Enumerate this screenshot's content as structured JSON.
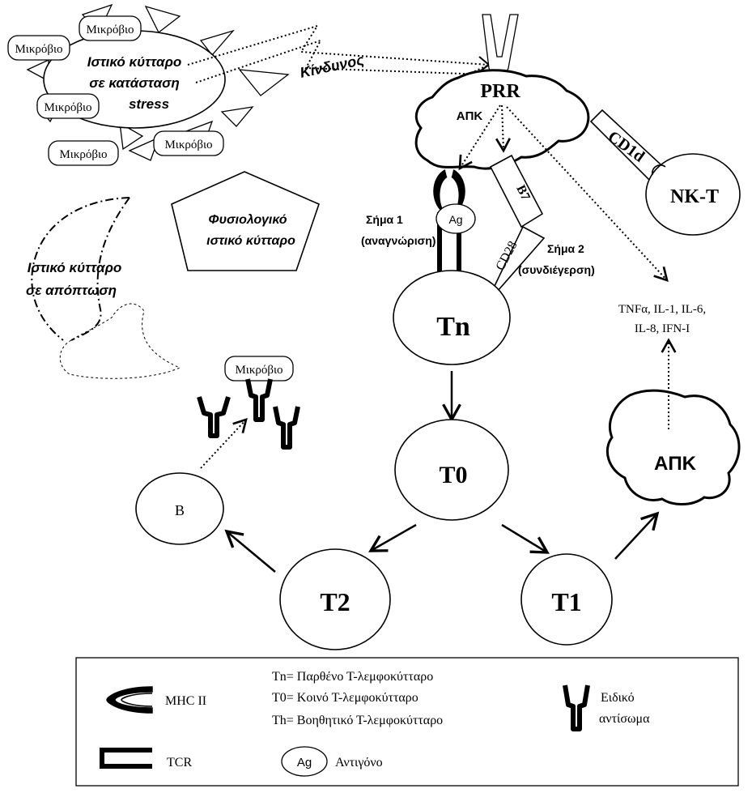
{
  "diagram": {
    "stressed_cell": {
      "label_line1": "Ιστικό κύτταρο",
      "label_line2": "σε κατάσταση",
      "label_line3": "stress"
    },
    "microbe_label": "Μικρόβιο",
    "danger_label": "Κίνδυνος",
    "prr_label": "PRR",
    "apc_label": "ΑΠΚ",
    "cd1d_label": "CD1d",
    "nkt_label": "NK-T",
    "b7_label": "B7",
    "cd28_label": "CD28",
    "ag_label": "Ag",
    "signal1": {
      "line1": "Σήμα 1",
      "line2": "(αναγνώριση)"
    },
    "signal2": {
      "line1": "Σήμα 2",
      "line2": "(συνδιέγερση)"
    },
    "normal_cell": {
      "line1": "Φυσιολογικό",
      "line2": "ιστικό κύτταρο"
    },
    "apoptotic_cell": {
      "line1": "Ιστικό κύτταρο",
      "line2": "σε απόπτωση"
    },
    "cytokines": {
      "line1": "TNFα, IL-1, IL-6,",
      "line2": "IL-8, IFN-I"
    },
    "tn_label": "Tn",
    "t0_label": "T0",
    "t1_label": "T1",
    "t2_label": "T2",
    "b_label": "B",
    "apc2_label": "ΑΠΚ"
  },
  "legend": {
    "mhc_label": "MHC II",
    "tcr_label": "TCR",
    "tn_def": "Tn= Παρθένο Τ-λεμφοκύτταρο",
    "t0_def": "T0= Κοινό Τ-λεμφοκύτταρο",
    "th_def": "Th= Βοηθητικό Τ-λεμφοκύτταρο",
    "ag_symbol": "Ag",
    "ag_def": "Αντιγόνο",
    "antibody_line1": "Ειδικό",
    "antibody_line2": "αντίσωμα"
  },
  "colors": {
    "ink": "#000000",
    "paper": "#ffffff"
  }
}
